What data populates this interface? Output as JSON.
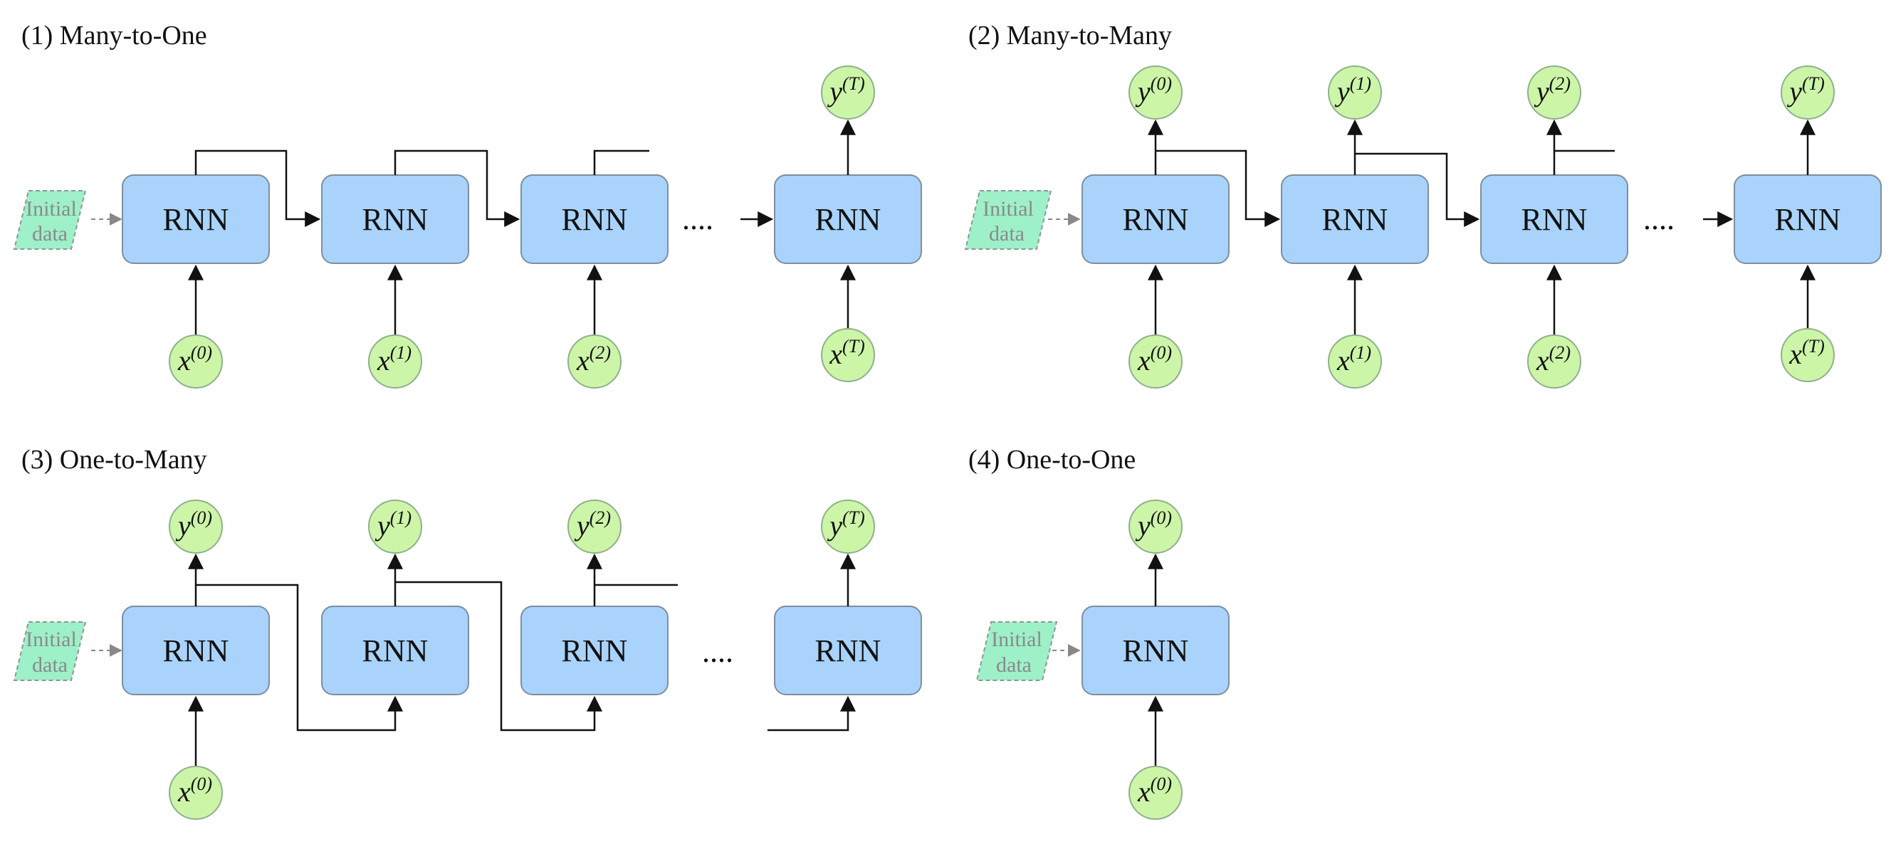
{
  "panels": [
    {
      "title": "(1) Many-to-One"
    },
    {
      "title": "(2) Many-to-Many"
    },
    {
      "title": "(3) One-to-Many"
    },
    {
      "title": "(4) One-to-One"
    }
  ],
  "rnn_label": "RNN",
  "initial_data": {
    "line1": "Initial",
    "line2": "data"
  },
  "ellipsis": "....",
  "inputs": {
    "x0": {
      "base": "x",
      "sup": "(0)"
    },
    "x1": {
      "base": "x",
      "sup": "(1)"
    },
    "x2": {
      "base": "x",
      "sup": "(2)"
    },
    "xT": {
      "base": "x",
      "sup": "(T)"
    }
  },
  "outputs": {
    "y0": {
      "base": "y",
      "sup": "(0)"
    },
    "y1": {
      "base": "y",
      "sup": "(1)"
    },
    "y2": {
      "base": "y",
      "sup": "(2)"
    },
    "yT": {
      "base": "y",
      "sup": "(T)"
    }
  },
  "colors": {
    "rnn_fill": "#a9d3fa",
    "node_fill": "#cdf5a8",
    "initial_fill": "#9ef0c9"
  }
}
